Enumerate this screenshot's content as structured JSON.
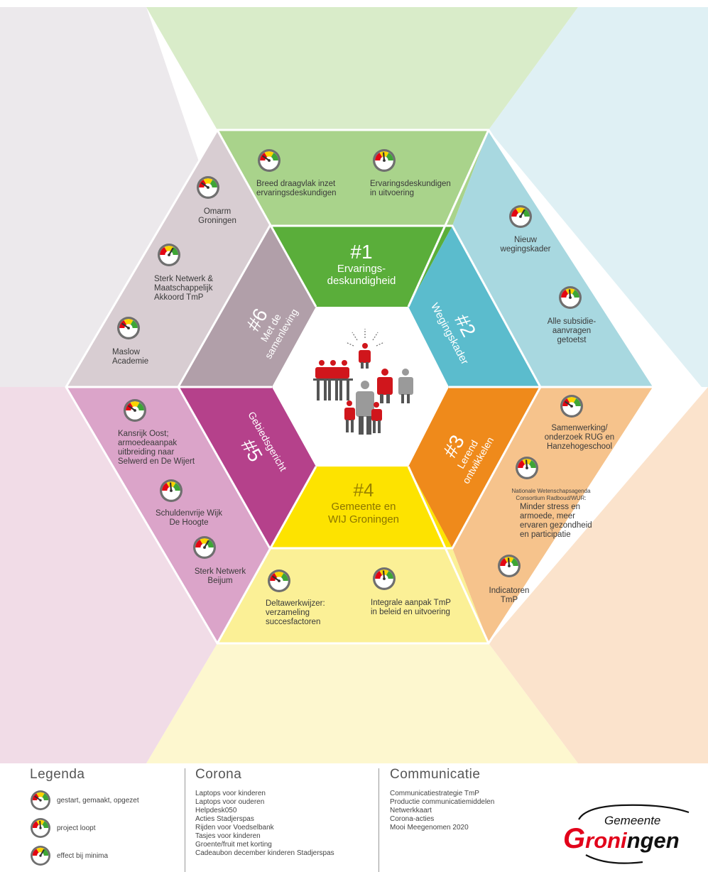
{
  "center": {
    "themes": {
      "t1": {
        "num": "#1",
        "line1": "Ervarings-",
        "line2": "deskundigheid"
      },
      "t2": {
        "num": "#2",
        "line1": "Wegingskader"
      },
      "t3": {
        "num": "#3",
        "line1": "Lerend",
        "line2": "ontwikkelen"
      },
      "t4": {
        "num": "#4",
        "line1": "Gemeente en",
        "line2": "WIJ Groningen"
      },
      "t5": {
        "num": "#5",
        "line1": "Gebiedsgericht"
      },
      "t6": {
        "num": "#6",
        "line1": "Met de",
        "line2": "samenleving"
      }
    }
  },
  "projects": {
    "p1": {
      "lines": [
        "Breed draagvlak inzet",
        "ervaringsdeskundigen"
      ],
      "status": "gestart"
    },
    "p2": {
      "lines": [
        "Ervaringsdeskundigen",
        "in uitvoering"
      ],
      "status": "loopt"
    },
    "p3": {
      "lines": [
        "Nieuw",
        "wegingskader"
      ],
      "status": "effect"
    },
    "p4": {
      "lines": [
        "Alle subsidie-",
        "aanvragen",
        "getoetst"
      ],
      "status": "loopt"
    },
    "p5": {
      "lines": [
        "Samenwerking/",
        "onderzoek RUG en",
        "Hanzehogeschool"
      ],
      "status": "gestart"
    },
    "p6": {
      "small": [
        "Nationale Wetenschapsagenda",
        "Consortium Radboud/WUR:"
      ],
      "lines": [
        "Minder stress en",
        "armoede, meer",
        "ervaren gezondheid",
        "en participatie"
      ],
      "status": "loopt"
    },
    "p7": {
      "lines": [
        "Indicatoren",
        "TmP"
      ],
      "status": "loopt"
    },
    "p8": {
      "lines": [
        "Integrale aanpak TmP",
        "in beleid en uitvoering"
      ],
      "status": "loopt"
    },
    "p9": {
      "lines": [
        "Deltawerkwijzer:",
        "verzameling",
        "succesfactoren"
      ],
      "status": "gestart"
    },
    "p10": {
      "lines": [
        "Sterk Netwerk",
        "Beijum"
      ],
      "status": "effect"
    },
    "p11": {
      "lines": [
        "Schuldenvrije Wijk",
        "De Hoogte"
      ],
      "status": "loopt"
    },
    "p12": {
      "lines": [
        "Kansrijk Oost;",
        "armoedeaanpak",
        "uitbreiding naar",
        "Selwerd en De Wijert"
      ],
      "status": "gestart"
    },
    "p13": {
      "lines": [
        "Maslow",
        "Academie"
      ],
      "status": "gestart"
    },
    "p14": {
      "lines": [
        "Sterk Netwerk &",
        "Maatschappelijk",
        "Akkoord TmP"
      ],
      "status": "effect"
    },
    "p15": {
      "lines": [
        "Omarm",
        "Groningen"
      ],
      "status": "gestart"
    }
  },
  "legend": {
    "title": "Legenda",
    "items": [
      {
        "label": "gestart, gemaakt, opgezet",
        "status": "gestart"
      },
      {
        "label": "project loopt",
        "status": "loopt"
      },
      {
        "label": "effect bij minima",
        "status": "effect"
      }
    ]
  },
  "corona": {
    "title": "Corona",
    "items": [
      "Laptops voor kinderen",
      "Laptops voor ouderen",
      "Helpdesk050",
      "Acties Stadjerspas",
      "Rijden voor Voedselbank",
      "Tasjes voor kinderen",
      "Groente/fruit met korting",
      "Cadeaubon december kinderen Stadjerspas"
    ]
  },
  "communicatie": {
    "title": "Communicatie",
    "items": [
      "Communicatiestrategie TmP",
      "Productie communicatiemiddelen",
      "Netwerkkaart",
      "Corona-acties",
      "Mooi Meegenomen 2020"
    ]
  },
  "logo": {
    "line1": "Gemeente",
    "line2": "Groningen"
  },
  "colors": {
    "green_dark": "#5aae3a",
    "green_mid": "#a9d38b",
    "green_light": "#d9ecc9",
    "blue_dark": "#5bbccd",
    "blue_mid": "#a8d8e0",
    "blue_light": "#dff0f4",
    "orange_dark": "#ef8a1b",
    "orange_mid": "#f6c38c",
    "orange_light": "#fbe3cc",
    "yellow_dark": "#fde300",
    "yellow_mid": "#fbf096",
    "yellow_light": "#fdf7cf",
    "magenta_dark": "#b5418b",
    "magenta_mid": "#dba4c9",
    "magenta_light": "#f1dce7",
    "mauve_dark": "#b19fa9",
    "mauve_mid": "#d8cdd2",
    "mauve_light": "#ece9ec",
    "gauge_rim": "#6f6f6f",
    "logo_red": "#e2001a"
  }
}
